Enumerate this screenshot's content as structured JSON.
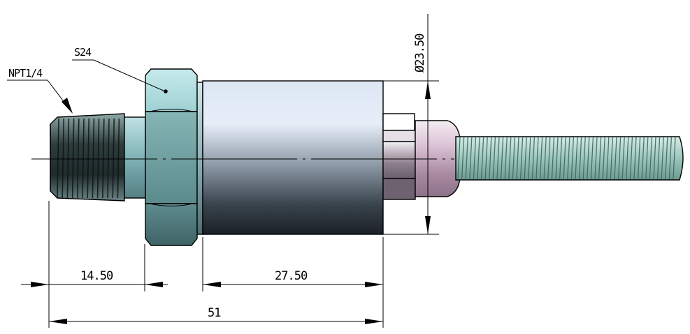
{
  "callouts": {
    "thread": "NPT1/4",
    "hex": "S24"
  },
  "dimensions": {
    "thread_length": "14.50",
    "body_length": "27.50",
    "overall_length": "51",
    "body_diameter": "Ø23.50"
  },
  "colors": {
    "line": "#000000",
    "thread_dark": "#2c3a3a",
    "hex_steel": "#8fb8ba",
    "body_light": "#dfe9f6",
    "body_dark": "#1f262c",
    "cable_green": "#9ec8bf",
    "connector_pink": "#d8b8cf"
  }
}
